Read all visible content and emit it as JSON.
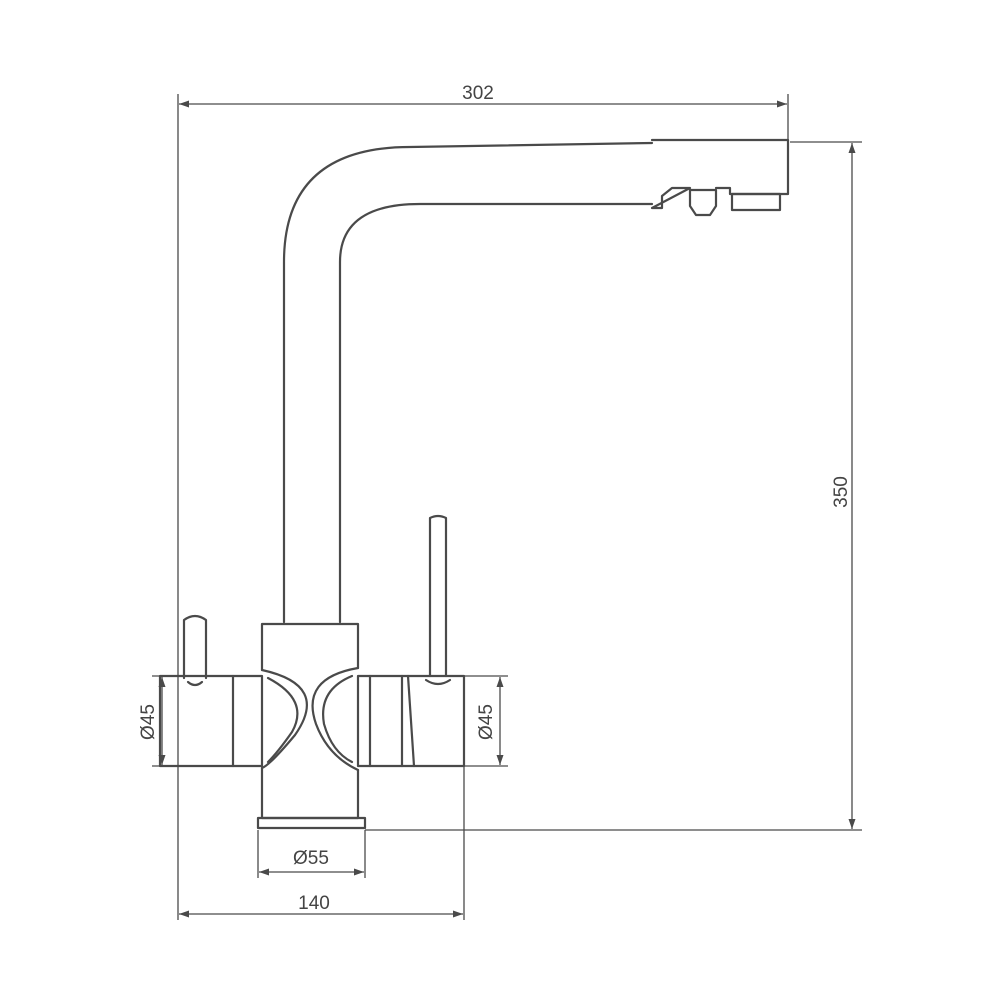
{
  "dimensions": {
    "overall_width": "302",
    "overall_height": "350",
    "left_handle_diameter": "Ø45",
    "right_handle_diameter": "Ø45",
    "base_diameter": "Ø55",
    "body_width": "140"
  },
  "colors": {
    "line": "#4a4a4a",
    "background": "#ffffff"
  }
}
